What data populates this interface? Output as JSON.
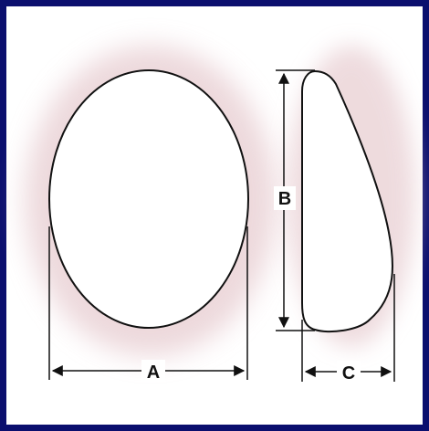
{
  "diagram": {
    "labels": {
      "width": "A",
      "height": "B",
      "projection": "C"
    }
  }
}
